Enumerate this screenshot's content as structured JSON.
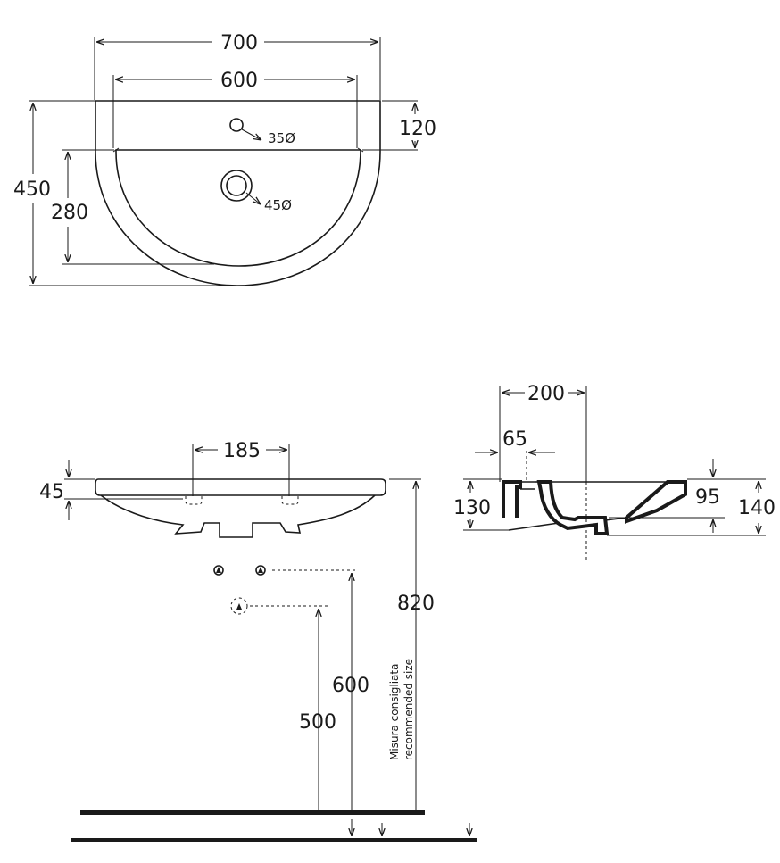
{
  "top_view": {
    "overall_width": "700",
    "inner_width": "600",
    "overall_depth": "450",
    "bowl_depth": "280",
    "deck_depth": "120",
    "tap_hole": "35Ø",
    "drain_hole": "45Ø"
  },
  "front_view": {
    "tap_spacing": "185",
    "rim_thickness": "45",
    "rim_height": "820",
    "supply_height": "600",
    "waste_height": "500",
    "note_line1": "Misura consigliata",
    "note_line2": "recommended size"
  },
  "side_view": {
    "waste_offset": "200",
    "wall_offset": "65",
    "wall_height": "130",
    "bowl_height": "95",
    "total_height": "140"
  }
}
